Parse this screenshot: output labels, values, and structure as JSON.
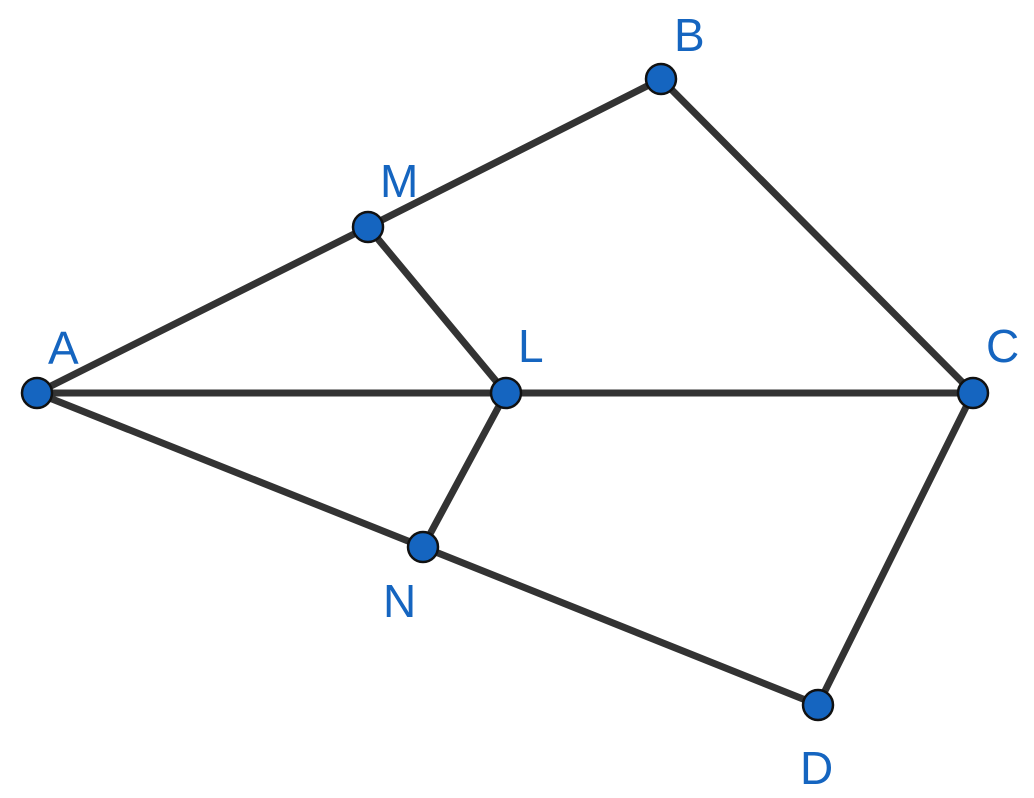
{
  "figure": {
    "points": [
      {
        "id": "A",
        "label": "A"
      },
      {
        "id": "B",
        "label": "B"
      },
      {
        "id": "C",
        "label": "C"
      },
      {
        "id": "D",
        "label": "D"
      },
      {
        "id": "M",
        "label": "M"
      },
      {
        "id": "L",
        "label": "L"
      },
      {
        "id": "N",
        "label": "N"
      }
    ],
    "segments": [
      [
        "A",
        "M"
      ],
      [
        "M",
        "B"
      ],
      [
        "B",
        "C"
      ],
      [
        "C",
        "D"
      ],
      [
        "D",
        "N"
      ],
      [
        "N",
        "A"
      ],
      [
        "A",
        "L"
      ],
      [
        "L",
        "C"
      ],
      [
        "M",
        "L"
      ],
      [
        "L",
        "N"
      ]
    ],
    "colors": {
      "point_fill": "#1565c0",
      "point_outline": "#111111",
      "segment": "#333333",
      "label": "#1565c0"
    }
  }
}
